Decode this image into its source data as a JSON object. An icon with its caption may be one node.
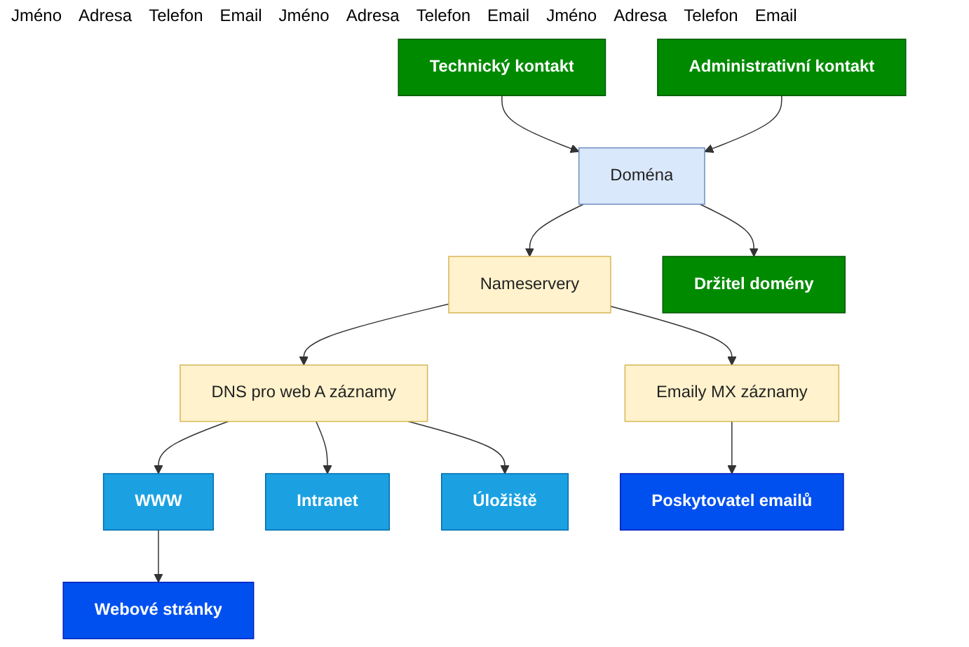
{
  "diagram": {
    "nodes": [
      {
        "text": [
          "Technický kontakt"
        ]
      },
      {
        "text": [
          "Administrativní kontakt"
        ]
      },
      {
        "text": [
          "Doména"
        ]
      },
      {
        "text": [
          "Nameservery"
        ]
      },
      {
        "text": [
          "Držitel domény"
        ]
      },
      {
        "text": [
          "DNS pro web A záznamy"
        ]
      },
      {
        "text": [
          "Emaily MX záznamy"
        ]
      },
      {
        "text": [
          "WWW"
        ]
      },
      {
        "text": [
          "Intranet"
        ]
      },
      {
        "text": [
          "Úložiště"
        ]
      },
      {
        "text": [
          "Webové stránky"
        ]
      },
      {
        "text": [
          "Poskytovatel emailů"
        ]
      }
    ],
    "edges": [
      {
        "from": 0,
        "to": 2,
        "arrow": "to"
      },
      {
        "from": 1,
        "to": 2,
        "arrow": "to"
      },
      {
        "from": 2,
        "to": 3,
        "arrow": "to"
      },
      {
        "from": 2,
        "to": 4,
        "arrow": "to"
      },
      {
        "from": 3,
        "to": 5,
        "arrow": "to"
      },
      {
        "from": 3,
        "to": 6,
        "arrow": "to"
      },
      {
        "from": 5,
        "to": 7,
        "arrow": "to"
      },
      {
        "from": 5,
        "to": 8,
        "arrow": "to"
      },
      {
        "from": 5,
        "to": 9,
        "arrow": "to"
      },
      {
        "from": 7,
        "to": 10,
        "arrow": "to"
      },
      {
        "from": 6,
        "to": 11,
        "arrow": "to"
      }
    ],
    "labels": [
      "Jméno",
      "Adresa",
      "Telefon",
      "Email",
      "Jméno",
      "Adresa",
      "Telefon",
      "Email",
      "Jméno",
      "Adresa",
      "Telefon",
      "Email"
    ]
  }
}
